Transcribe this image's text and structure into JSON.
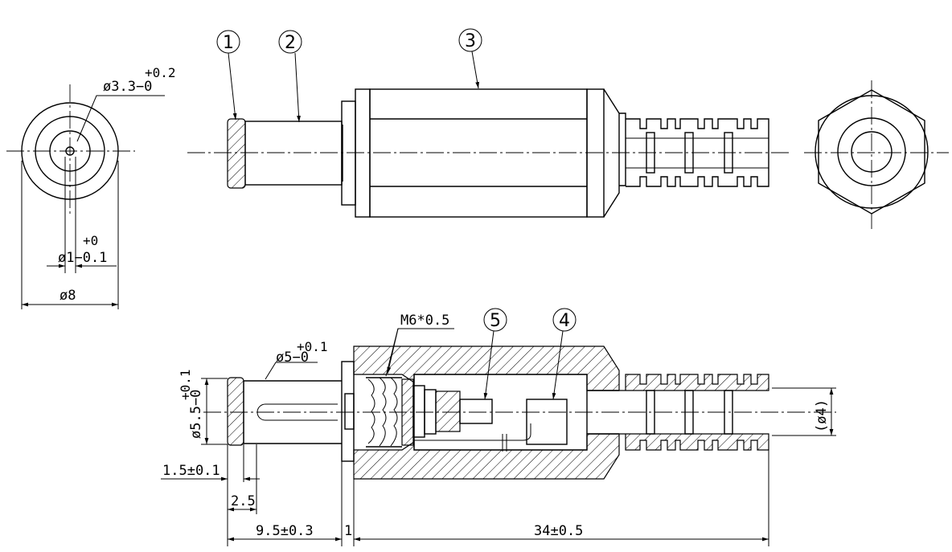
{
  "callouts": {
    "c1": "1",
    "c2": "2",
    "c3": "3",
    "c4": "4",
    "c5": "5"
  },
  "dimensions": {
    "d33_base": "ø3.3−0",
    "d33_tol": "+0.2",
    "d1_tol": "+0",
    "d1_base": "ø1−0.1",
    "d8": "ø8",
    "thread": "M6*0.5",
    "d5_tol": "+0.1",
    "d5_base": "ø5−0",
    "d55": "ø5.5−0",
    "d55_tol": "+0.1",
    "len15": "1.5±0.1",
    "len25": "2.5",
    "len95": "9.5±0.3",
    "len1": "1",
    "len34": "34±0.5",
    "d4": "(ø4)"
  }
}
